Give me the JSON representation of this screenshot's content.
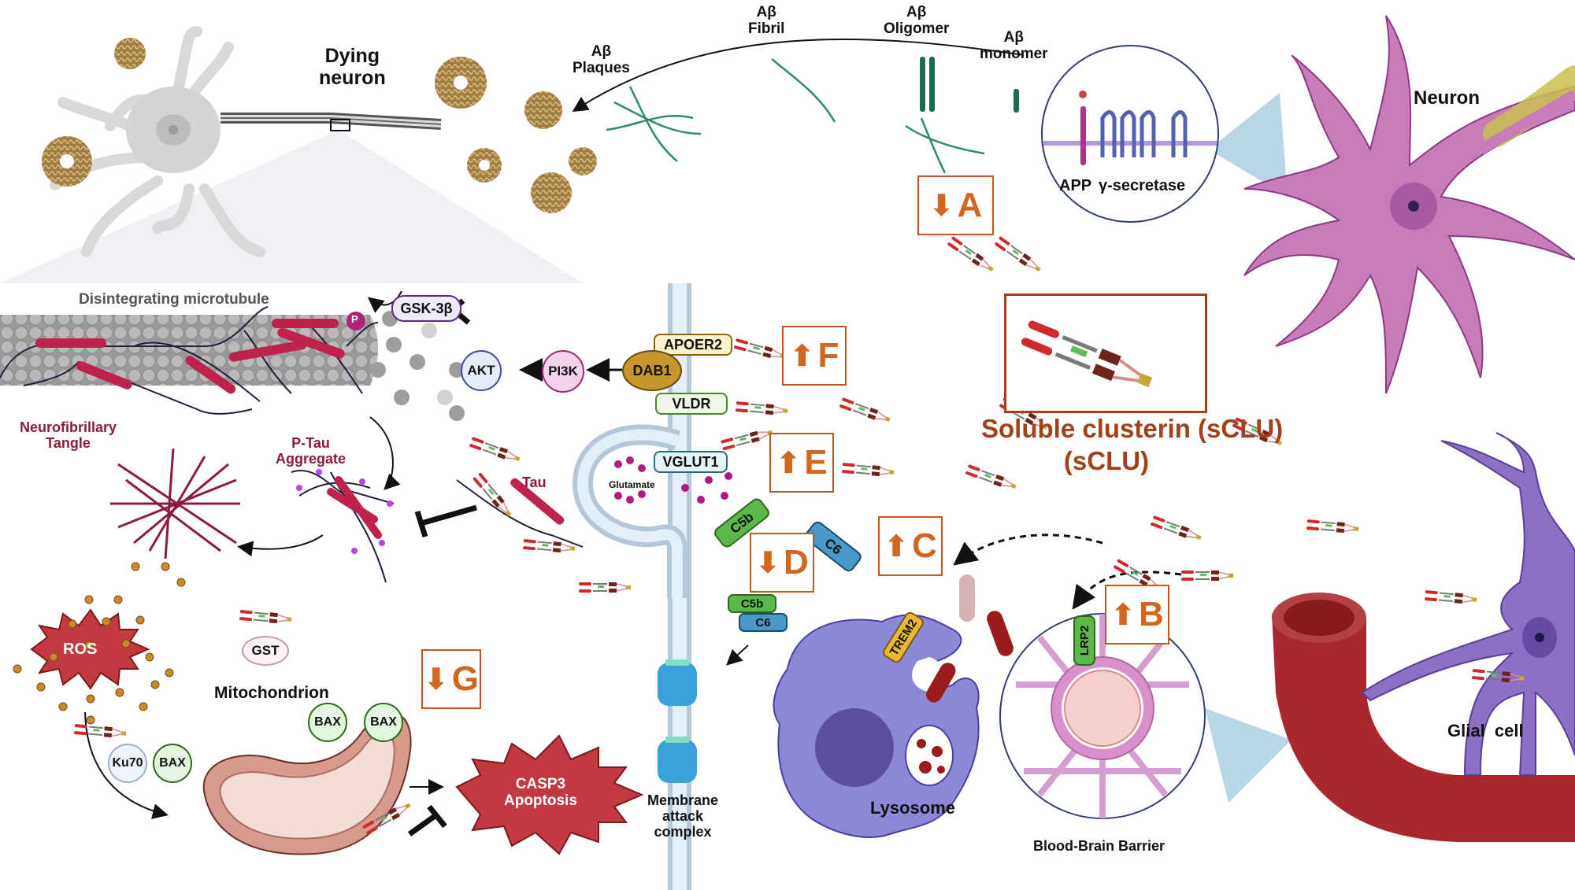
{
  "figure": {
    "title": "Soluble clusterin (sCLU)",
    "subtitle": "(sCLU)",
    "colors": {
      "marker_border": "#c0581c",
      "marker_text": "#d2661f",
      "title_color": "#a2401a",
      "neuron_pink": "#c97cb8",
      "glial_purple": "#8d6fc4",
      "blood_vessel": "#a52a2a",
      "plaque_brown": "#9c7a3c",
      "abeta_green": "#2e8b6a",
      "tau_red": "#c0224e",
      "ros_red": "#c23a3f"
    }
  },
  "top": {
    "dying_neuron": "Dying\nneuron",
    "abeta_plaques": "Aβ\nPlaques",
    "abeta_fibril": "Aβ\nFibril",
    "abeta_oligomer": "Aβ\nOligomer",
    "abeta_monomer": "Aβ\nmonomer",
    "app": "APP",
    "gamma_secretase": "γ-secretase",
    "neuron": "Neuron"
  },
  "tau_panel": {
    "microtubule": "Disintegrating microtubule",
    "gsk3b": "GSK-3β",
    "phospho": "P",
    "akt": "AKT",
    "pi3k": "PI3K",
    "nft": "Neurofibrillary\nTangle",
    "ptau": "P-Tau\nAggregate",
    "tau": "Tau"
  },
  "receptors": {
    "apoer2": "APOER2",
    "dab1": "DAB1",
    "vldr": "VLDR",
    "vglut1": "VGLUT1",
    "glutamate": "Glutamate",
    "c5b": "C5b",
    "c6": "C6",
    "mac": "Membrane\nattack\ncomplex"
  },
  "mito_panel": {
    "ros": "ROS",
    "gst": "GST",
    "mitochondrion": "Mitochondrion",
    "bax": "BAX",
    "ku70": "Ku70",
    "casp3": "CASP3\nApoptosis"
  },
  "right": {
    "trem2": "TREM2",
    "lysosome": "Lysosome",
    "lrp2": "LRP2",
    "bbb": "Blood-Brain Barrier",
    "glial": "Glial  cell"
  },
  "markers": [
    {
      "id": "A",
      "direction": "down",
      "arrow": "⬇"
    },
    {
      "id": "B",
      "direction": "up",
      "arrow": "⬆"
    },
    {
      "id": "C",
      "direction": "up",
      "arrow": "⬆"
    },
    {
      "id": "D",
      "direction": "down",
      "arrow": "⬇"
    },
    {
      "id": "E",
      "direction": "up",
      "arrow": "⬆"
    },
    {
      "id": "F",
      "direction": "up",
      "arrow": "⬆"
    },
    {
      "id": "G",
      "direction": "down",
      "arrow": "⬇"
    }
  ]
}
